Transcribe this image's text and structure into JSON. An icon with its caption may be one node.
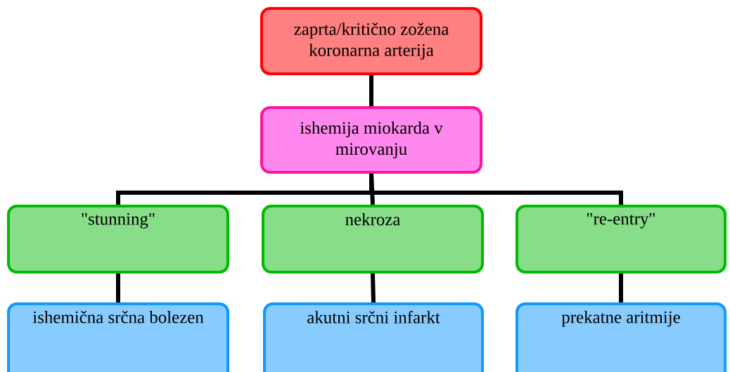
{
  "diagram": {
    "nodes": [
      {
        "text": [
          "zaprta/kritično zožena koronarna arterija"
        ]
      },
      {
        "text": [
          "ishemija miokarda v mirovanju"
        ]
      },
      {
        "text": [
          "\"stunning\""
        ]
      },
      {
        "text": [
          "nekroza"
        ]
      },
      {
        "text": [
          "\"re-entry\""
        ]
      },
      {
        "text": [
          "ishemična srčna bolezen"
        ]
      },
      {
        "text": [
          "akutni srčni infarkt"
        ]
      },
      {
        "text": [
          "prekatne aritmije"
        ]
      }
    ],
    "edges": [
      {
        "from": 0,
        "to": 1,
        "arrow": "none"
      },
      {
        "from": 1,
        "to": 2,
        "arrow": "none"
      },
      {
        "from": 1,
        "to": 3,
        "arrow": "none"
      },
      {
        "from": 1,
        "to": 4,
        "arrow": "none"
      },
      {
        "from": 2,
        "to": 5,
        "arrow": "none"
      },
      {
        "from": 3,
        "to": 6,
        "arrow": "none"
      },
      {
        "from": 4,
        "to": 7,
        "arrow": "none"
      }
    ]
  }
}
